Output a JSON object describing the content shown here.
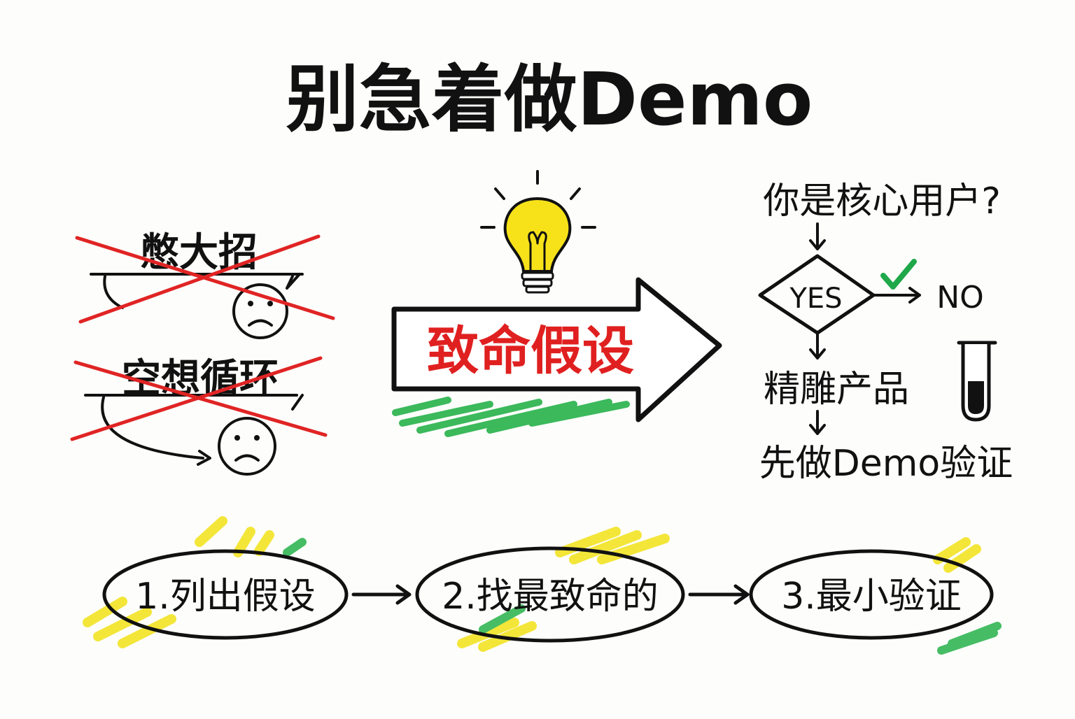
{
  "title": "别急着做Demo",
  "left": {
    "crossed_items": [
      "憋大招",
      "空想循环"
    ]
  },
  "center": {
    "arrow_label": "致命假设"
  },
  "right": {
    "question": "你是核心用户?",
    "decision": "YES",
    "no_label": "NO",
    "step_polish": "精雕产品",
    "step_demo": "先做Demo验证"
  },
  "steps": [
    "1.列出假设",
    "2.找最致命的",
    "3.最小验证"
  ],
  "colors": {
    "ink": "#111111",
    "cross": "#e02424",
    "label_red": "#e02020",
    "highlight_yellow": "#f2e318",
    "highlight_green": "#27b24a",
    "bulb": "#f7e21a"
  }
}
